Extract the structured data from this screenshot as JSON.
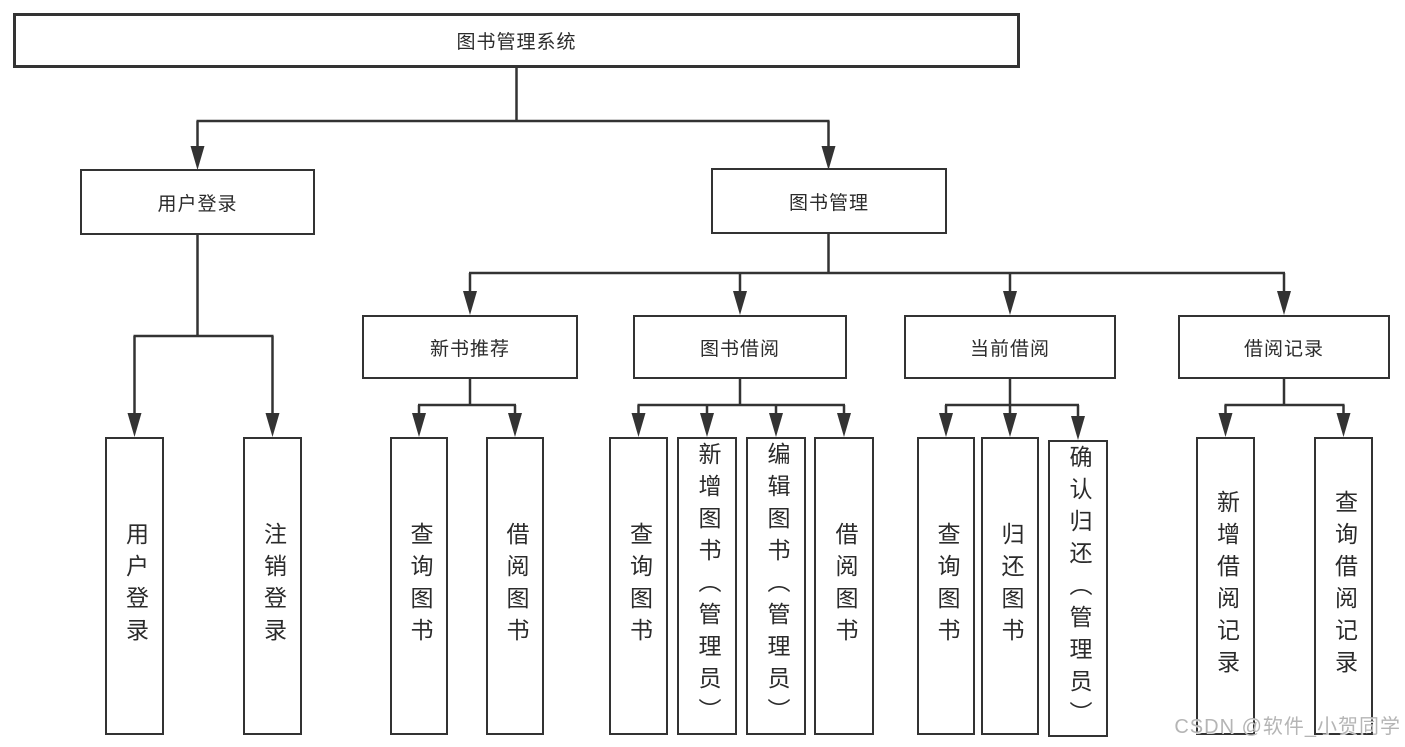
{
  "nodes": {
    "root": "图书管理系统",
    "user_login": "用户登录",
    "book_management": "图书管理",
    "new_book_recommend": "新书推荐",
    "book_borrowing": "图书借阅",
    "current_borrowing": "当前借阅",
    "borrowing_records": "借阅记录",
    "leaf_user_login": "用户登录",
    "leaf_logout": "注销登录",
    "leaf_nbr_query_books": "查询图书",
    "leaf_nbr_borrow_books": "借阅图书",
    "leaf_bb_query_books": "查询图书",
    "leaf_bb_add_books": "新增图书（管理员）",
    "leaf_bb_edit_books": "编辑图书（管理员）",
    "leaf_bb_borrow_books": "借阅图书",
    "leaf_cb_query_books": "查询图书",
    "leaf_cb_return_books": "归还图书",
    "leaf_cb_confirm_return": "确认归还（管理员）",
    "leaf_br_add_record": "新增借阅记录",
    "leaf_br_query_record": "查询借阅记录"
  },
  "watermark": "CSDN @软件_小贺同学",
  "colors": {
    "line": "#333333",
    "text": "#2b2b2b",
    "background": "#ffffff",
    "watermark": "#b5b5b5"
  }
}
